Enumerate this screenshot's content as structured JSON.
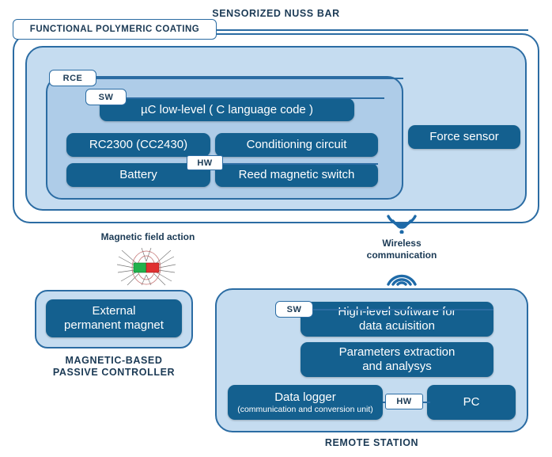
{
  "diagram": {
    "top_title": "SENSORIZED NUSS BAR",
    "coating_tag": "FUNCTIONAL POLYMERIC COATING",
    "rce_tag": "RCE",
    "sw_tag_bar": "SW",
    "hw_tag_bar": "HW",
    "sw_tag_station": "SW",
    "hw_tag_station": "HW",
    "magnetic_field_label": "Magnetic field action",
    "wireless_label": "Wireless\ncommunication",
    "controller_caption": "MAGNETIC-BASED\nPASSIVE CONTROLLER",
    "station_caption": "REMOTE STATION"
  },
  "nuss_bar": {
    "uc_box": "µC low-level ( C language code )",
    "rc2300_box": "RC2300 (CC2430)",
    "conditioning_box": "Conditioning circuit",
    "battery_box": "Battery",
    "reed_box": "Reed magnetic switch",
    "force_sensor_box": "Force sensor"
  },
  "controller": {
    "magnet_box": "External\npermanent magnet"
  },
  "remote_station": {
    "highlevel_box": "High-level software for\ndata acuisition",
    "params_box": "Parameters extraction\nand analysys",
    "datalogger_title": "Data logger",
    "datalogger_sub": "(communication and conversion unit)",
    "pc_box": "PC"
  },
  "icons": {
    "wifi_down": "wifi-signal-down-icon",
    "wifi_up": "wifi-signal-up-icon",
    "magnet": "bar-magnet-field-icon"
  },
  "colors": {
    "stroke": "#2b6ca3",
    "box_fill": "#14608f",
    "shell_mid": "#c5dcf0",
    "shell_inner": "#aecce8",
    "text_dark": "#1b3a55",
    "magnet_north": "#22b14c",
    "magnet_south": "#e03030"
  }
}
